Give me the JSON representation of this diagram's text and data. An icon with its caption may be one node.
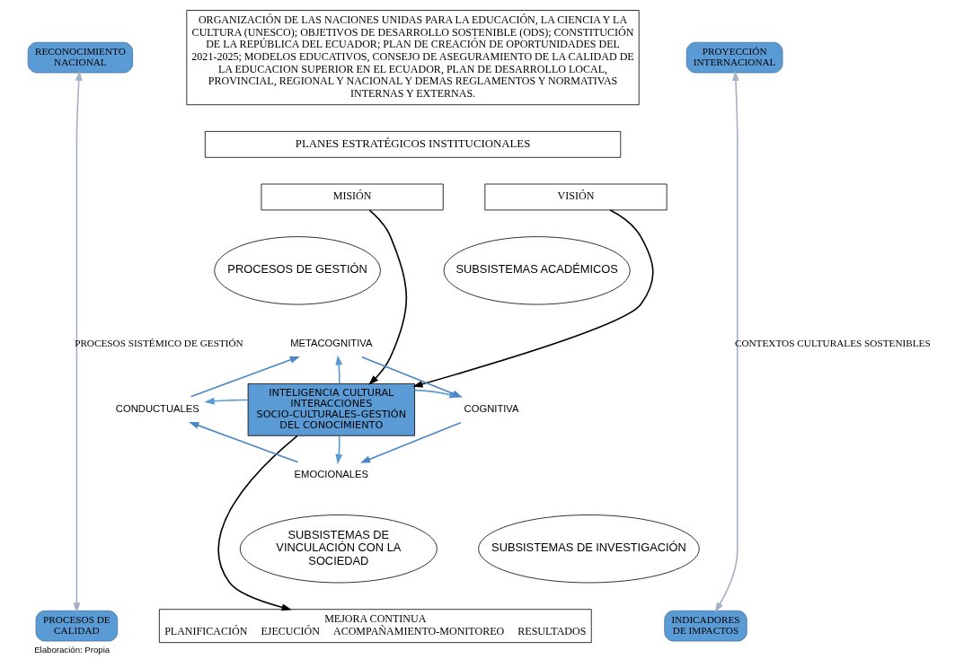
{
  "diagram": {
    "caption": "Elaboración: Propia",
    "nodes": [
      {
        "text": [
          "RECONOCIMIENTO NACIONAL"
        ]
      },
      {
        "text": [
          "PROYECCIÓN INTERNACIONAL"
        ]
      },
      {
        "text": [
          "ORGANIZACIÓN DE LAS NACIONES UNIDAS PARA LA EDUCACIÓN, LA CIENCIA Y LA CULTURA (UNESCO); OBJETIVOS DE DESARROLLO SOSTENIBLE (ODS); CONSTITUCIÓN DE LA REPÚBLICA DEL ECUADOR; PLAN DE CREACIÓN DE OPORTUNIDADES DEL 2021-2025; MODELOS EDUCATIVOS, CONSEJO DE ASEGURAMIENTO DE LA CALIDAD DE LA EDUCACION SUPERIOR EN EL ECUADOR, PLAN DE DESARROLLO LOCAL, PROVINCIAL, REGIONAL Y NACIONAL Y DEMAS REGLAMENTOS Y NORMATIVAS INTERNAS Y EXTERNAS."
        ]
      },
      {
        "text": [
          "PLANES ESTRATÉGICOS INSTITUCIONALES"
        ]
      },
      {
        "text": [
          "MISIÓN"
        ]
      },
      {
        "text": [
          "VISIÓN"
        ]
      },
      {
        "text": [
          "PROCESOS DE GESTIÓN"
        ]
      },
      {
        "text": [
          "SUBSISTEMAS ACADÉMICOS"
        ]
      },
      {
        "text": [
          "SUBSISTEMAS DE VINCULACIÓN CON LA SOCIEDAD"
        ]
      },
      {
        "text": [
          "SUBSISTEMAS DE INVESTIGACIÓN"
        ]
      },
      {
        "text": [
          "INTELIGENCIA CULTURAL",
          "INTERACCIONES SOCIO-CULTURALES-GESTIÓN DEL CONOCIMIENTO"
        ]
      },
      {
        "text": [
          "METACOGNITIVA"
        ]
      },
      {
        "text": [
          "CONDUCTUALES"
        ]
      },
      {
        "text": [
          "COGNITIVA"
        ]
      },
      {
        "text": [
          "EMOCIONALES"
        ]
      },
      {
        "text": [
          "PROCESOS DE CALIDAD"
        ]
      },
      {
        "text": [
          "MEJORA CONTINUA",
          "PLANIFICACIÓN",
          "EJECUCIÓN",
          "ACOMPAÑAMIENTO-MONITOREO",
          "RESULTADOS"
        ]
      },
      {
        "text": [
          "INDICADORES DE IMPACTOS"
        ]
      }
    ],
    "edges": [
      {
        "from": 0,
        "to": 15,
        "arrow": "both",
        "label": "PROCESOS SISTÉMICO DE GESTIÓN",
        "color": "#a5b0c6"
      },
      {
        "from": 1,
        "to": 17,
        "arrow": "both",
        "label": "CONTEXTOS CULTURALES SOSTENIBLES",
        "color": "#a5b0c6"
      },
      {
        "from": 4,
        "to": 10,
        "arrow": "to",
        "color": "#000000"
      },
      {
        "from": 5,
        "to": 10,
        "arrow": "to",
        "color": "#000000"
      },
      {
        "from": 10,
        "to": 11,
        "arrow": "to",
        "color": "#5b9bd5"
      },
      {
        "from": 10,
        "to": 12,
        "arrow": "to",
        "color": "#5b9bd5"
      },
      {
        "from": 10,
        "to": 13,
        "arrow": "to",
        "color": "#5b9bd5"
      },
      {
        "from": 10,
        "to": 14,
        "arrow": "to",
        "color": "#5b9bd5"
      },
      {
        "from": 11,
        "to": 13,
        "arrow": "to",
        "color": "#4a86c5"
      },
      {
        "from": 13,
        "to": 14,
        "arrow": "to",
        "color": "#4a86c5"
      },
      {
        "from": 14,
        "to": 12,
        "arrow": "to",
        "color": "#4a86c5"
      },
      {
        "from": 12,
        "to": 11,
        "arrow": "to",
        "color": "#4a86c5"
      },
      {
        "from": 10,
        "to": 16,
        "arrow": "to",
        "color": "#000000"
      }
    ]
  }
}
